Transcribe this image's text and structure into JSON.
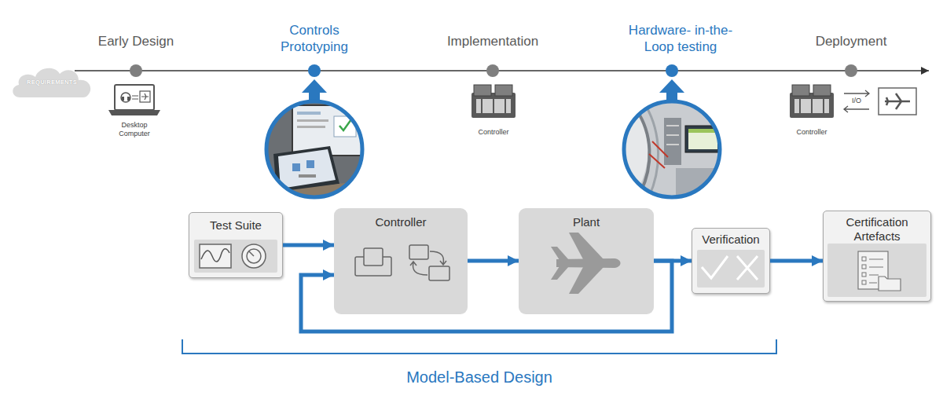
{
  "diagram": {
    "nodes": [
      {
        "text": [
          "REQUIREMENTS"
        ]
      },
      {
        "text": [
          "Test Suite"
        ]
      },
      {
        "text": [
          "Controller"
        ]
      },
      {
        "text": [
          "Plant"
        ]
      },
      {
        "text": [
          "Verification"
        ]
      },
      {
        "text": [
          "Certification Artefacts"
        ]
      }
    ],
    "edges": [
      {
        "from": 1,
        "to": 2,
        "arrow": "to"
      },
      {
        "from": 2,
        "to": 3,
        "arrow": "to"
      },
      {
        "from": 3,
        "to": 4,
        "arrow": "to"
      },
      {
        "from": 3,
        "to": 2,
        "arrow": "to"
      },
      {
        "from": 4,
        "to": 5,
        "arrow": "to"
      }
    ],
    "labels": [
      "Early Design",
      "Controls Prototyping",
      "Implementation",
      "Hardware- in-the-Loop testing",
      "Deployment",
      "Desktop Computer",
      "Controller",
      "Controller",
      "I/O",
      "Model-Based Design"
    ]
  }
}
